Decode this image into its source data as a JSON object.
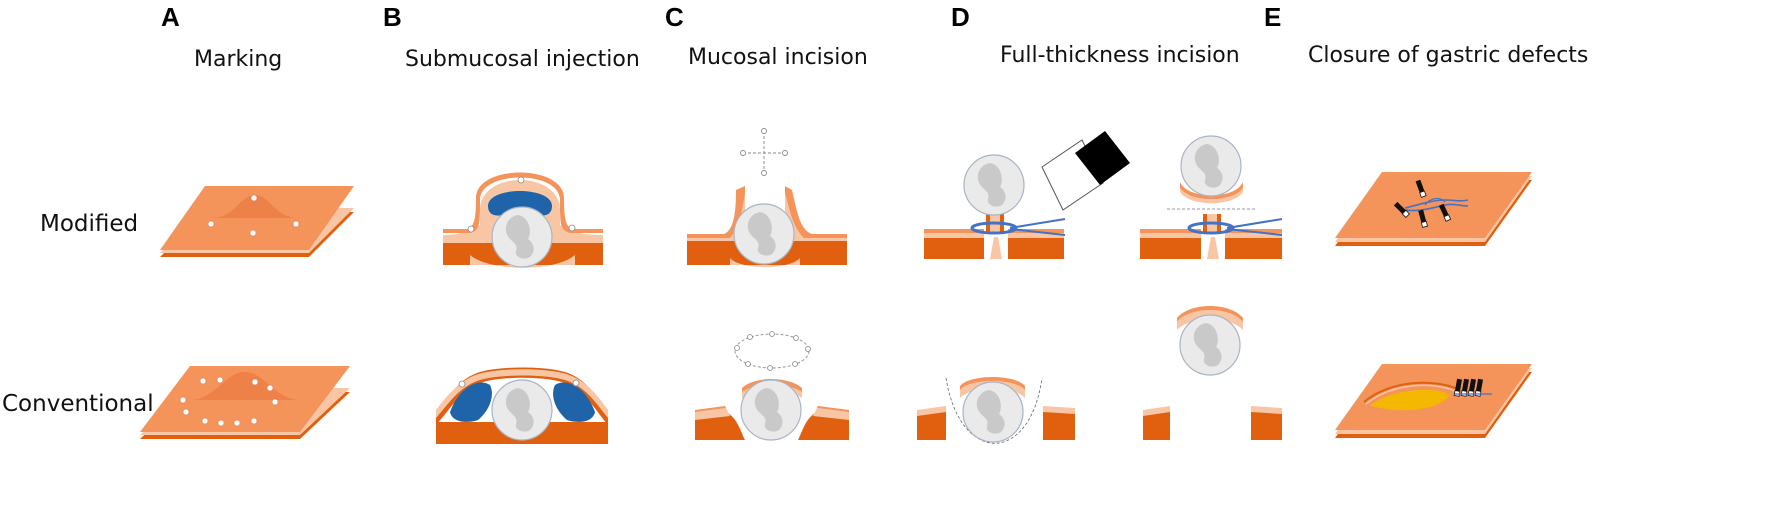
{
  "panels": [
    {
      "letter": "A",
      "title": "Marking"
    },
    {
      "letter": "B",
      "title": "Submucosal injection"
    },
    {
      "letter": "C",
      "title": "Mucosal incision"
    },
    {
      "letter": "D",
      "title": "Full-thickness incision"
    },
    {
      "letter": "E",
      "title": "Closure of gastric defects"
    }
  ],
  "rows": {
    "modified": "Modified",
    "conventional": "Conventional"
  },
  "colors": {
    "mucosa": "#F4935A",
    "muscle": "#E0600F",
    "submucosa": "#F9C6A5",
    "fluid": "#1F64A8",
    "tumor": "#E8E8E8",
    "tumor_inner": "#CFCFCF",
    "suture": "#4472C4",
    "yellow": "#F5B800"
  }
}
